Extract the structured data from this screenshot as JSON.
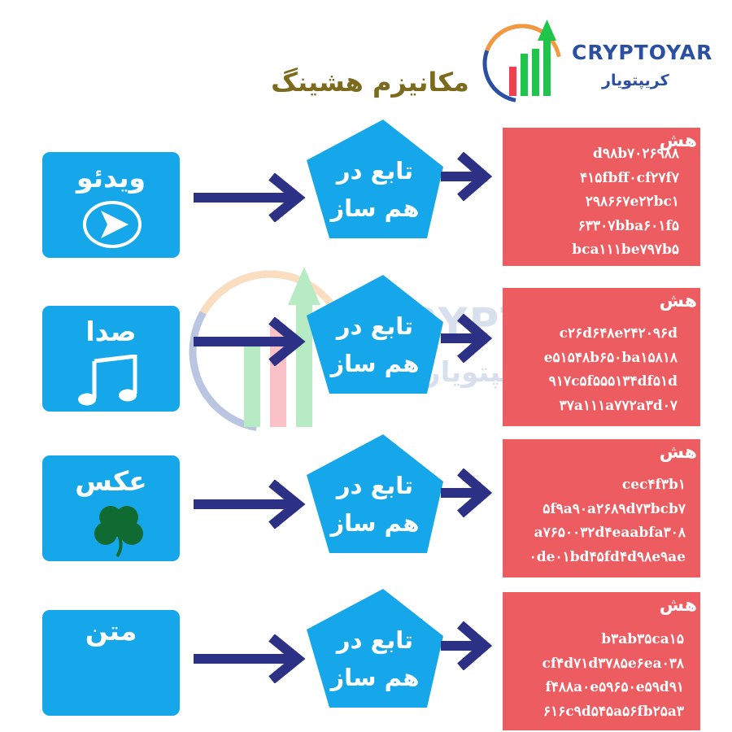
{
  "logo": {
    "text_en": "CRYPTOYAR",
    "text_fa": "کریپتویار"
  },
  "title": "مکانیزم هشینگ",
  "watermark": {
    "text_en": "CRYPTOYAR",
    "text_fa": "کریپتویار"
  },
  "colors": {
    "input": "#16a7ea",
    "pentagon": "#16a7ea",
    "hash": "#ed5c60",
    "arrow": "#2d3185",
    "title": "#7c6a1d"
  },
  "rows": [
    {
      "input_label": "ویدئو",
      "icon": "play-icon",
      "function_line1": "تابع در",
      "function_line2": "هم ساز",
      "hash_title": "هش",
      "hash_lines": [
        "d۹۸b۷۰۲۶۹۸۸",
        "۴۱۵fbff۰cf۲۷f۷",
        "۲۹۸۶۶۷e۲۲bc۱",
        "۶۳۳۰۷bba۶۰۱f۵",
        "bca۱۱۱be۷۹۷b۵"
      ]
    },
    {
      "input_label": "صدا",
      "icon": "music-note-icon",
      "function_line1": "تابع در",
      "function_line2": "هم ساز",
      "hash_title": "هش",
      "hash_lines": [
        "c۲۶d۶۴۸e۲۴۲۰۹۶d",
        "e۵۱۵۴۸b۶۵۰ba۱۵۸۱۸",
        "۹۱۷c۵f۵۵۵۱۳۴df۵۱d",
        "۳۷a۱۱۱a۷۷۲a۳d۰۷"
      ]
    },
    {
      "input_label": "عکس",
      "icon": "clover-icon",
      "function_line1": "تابع در",
      "function_line2": "هم ساز",
      "hash_title": "هش",
      "hash_lines": [
        "cec۴f۳b۱",
        "۵f۹a۹۰a۲۶۸۹d۷۳bcb۷",
        "a۷۶۵۰۰۳۲d۴eaabfa۳۰۸",
        "۰de۰۱bd۴۵fd۴d۹۸e۹ae"
      ]
    },
    {
      "input_label": "متن",
      "icon": "",
      "function_line1": "تابع در",
      "function_line2": "هم ساز",
      "hash_title": "هش",
      "hash_lines": [
        "b۳ab۳۵ca۱۵",
        "cf۴d۷۱d۳۷۸۵e۶ea۰۳۸",
        "f۴۸۸a۰e۵۹۶۵۰e۵۹d۹۱",
        "۶۱۶c۹d۵۴۵a۵۶fb۲۵a۳"
      ]
    }
  ]
}
